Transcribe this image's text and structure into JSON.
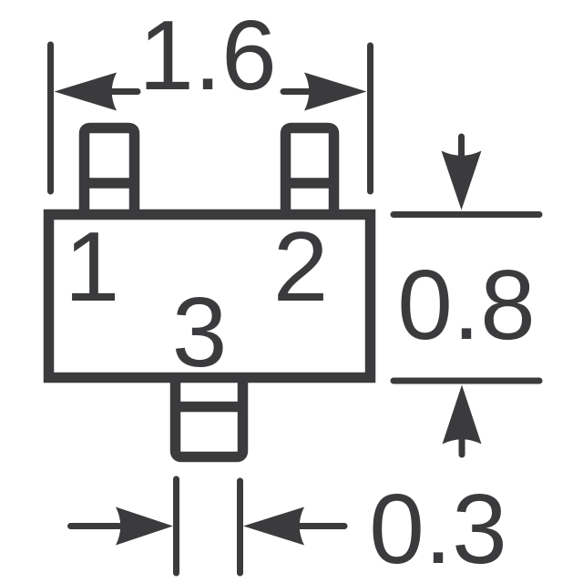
{
  "colors": {
    "ink": "#3b3b3d",
    "background": "#ffffff"
  },
  "drawing": {
    "kind": "component-package-outline",
    "pin_labels": {
      "pin1": "1",
      "pin2": "2",
      "pin3": "3"
    },
    "dimensions": {
      "body_width": "1.6",
      "body_height": "0.8",
      "lead_width": "0.3"
    }
  }
}
